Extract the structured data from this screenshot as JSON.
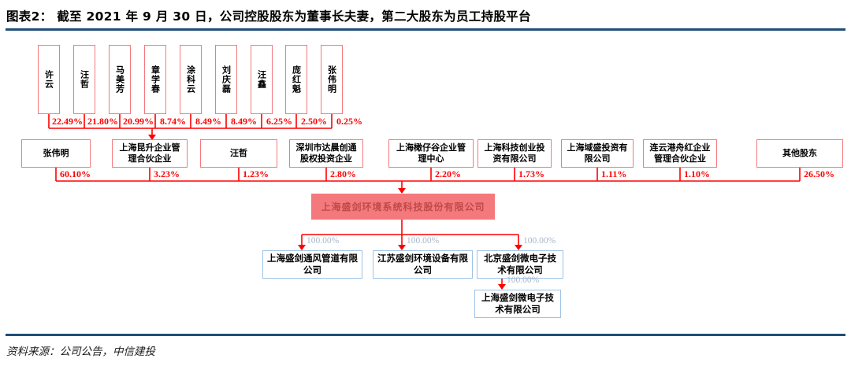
{
  "header": {
    "figure_label": "图表2：",
    "title": "截至 2021 年 9 月 30 日，公司控股股东为董事长夫妻，第二大股东为员工持股平台"
  },
  "colors": {
    "accent_blue": "#1F4E79",
    "box_red": "#F4797D",
    "line_red": "#FF0000",
    "pct_red": "#FF0000",
    "company_fill": "#F4797D",
    "company_text": "#BE4B48",
    "sub_border": "#9DC3E6",
    "sub_pct": "#A6B8CA"
  },
  "chart_data": {
    "type": "org-ownership-diagram",
    "tier1_shareholders": [
      {
        "name": "许云",
        "pct": "22.49%"
      },
      {
        "name": "汪哲",
        "pct": "21.80%"
      },
      {
        "name": "马美芳",
        "pct": "20.99%"
      },
      {
        "name": "章学春",
        "pct": "8.74%"
      },
      {
        "name": "涂科云",
        "pct": "8.49%"
      },
      {
        "name": "刘庆磊",
        "pct": "8.49%"
      },
      {
        "name": "汪鑫",
        "pct": "6.25%"
      },
      {
        "name": "庞红魁",
        "pct": "2.50%"
      },
      {
        "name": "张伟明",
        "pct": "0.25%"
      }
    ],
    "tier1_invest_into": "上海昆升企业管理合伙企业",
    "tier2_shareholders": [
      {
        "name": "张伟明",
        "pct": "60.10%"
      },
      {
        "name": "上海昆升企业管理合伙企业",
        "pct": "3.23%"
      },
      {
        "name": "汪哲",
        "pct": "1.23%"
      },
      {
        "name": "深圳市达晨创通股权投资企业",
        "pct": "2.80%"
      },
      {
        "name": "上海橄仔谷企业管理中心",
        "pct": "2.20%"
      },
      {
        "name": "上海科技创业投资有限公司",
        "pct": "1.73%"
      },
      {
        "name": "上海域盛投资有限公司",
        "pct": "1.11%"
      },
      {
        "name": "连云港舟红企业管理合伙企业",
        "pct": "1.10%"
      },
      {
        "name": "其他股东",
        "pct": "26.50%"
      }
    ],
    "company": "上海盛剑环境系统科技股份有限公司",
    "subsidiaries": [
      {
        "name": "上海盛剑通风管道有限公司",
        "pct": "100.00%"
      },
      {
        "name": "江苏盛剑环境设备有限公司",
        "pct": "100.00%"
      },
      {
        "name": "北京盛剑微电子技术有限公司",
        "pct": "100.00%"
      }
    ],
    "sub_subsidiary": {
      "name": "上海盛剑微电子技术有限公司",
      "pct": "100.00%",
      "parent": "北京盛剑微电子技术有限公司"
    }
  },
  "footer": {
    "source": "资料来源：公司公告，中信建投"
  }
}
